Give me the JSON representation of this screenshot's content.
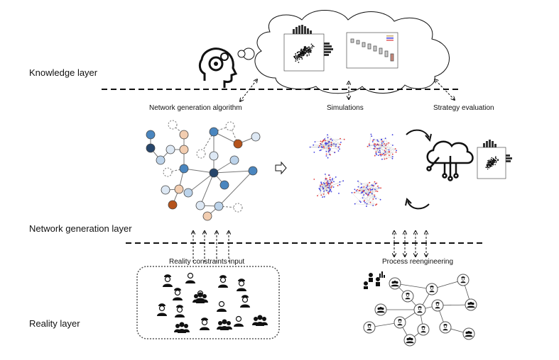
{
  "layers": {
    "knowledge": "Knowledge layer",
    "network_generation": "Network generation layer",
    "reality": "Reality layer"
  },
  "labels": {
    "network_generation_algorithm": "Network generation algorithm",
    "simulations": "Simulations",
    "strategy_evaluation": "Strategy evaluation",
    "reality_constraints_input": "Reality constraints input",
    "process_reengineering": "Process reengineering"
  },
  "icons": {
    "head": "head-gears-icon",
    "cloud": "thought-cloud-icon",
    "cloud_circuit": "cloud-circuit-icon",
    "workers": "worker-icon",
    "arrow": "right-arrow-icon",
    "cycle": "cycle-arrows-icon"
  },
  "colors": {
    "dark_blue": "#27466b",
    "mid_blue": "#4a86bf",
    "light_blue": "#bcd3ea",
    "pale_blue": "#dde8f4",
    "orange_dark": "#b5531b",
    "orange_light": "#f2cdb0",
    "red_dots": "#e23b3b",
    "blue_dots": "#3a3ae0"
  }
}
